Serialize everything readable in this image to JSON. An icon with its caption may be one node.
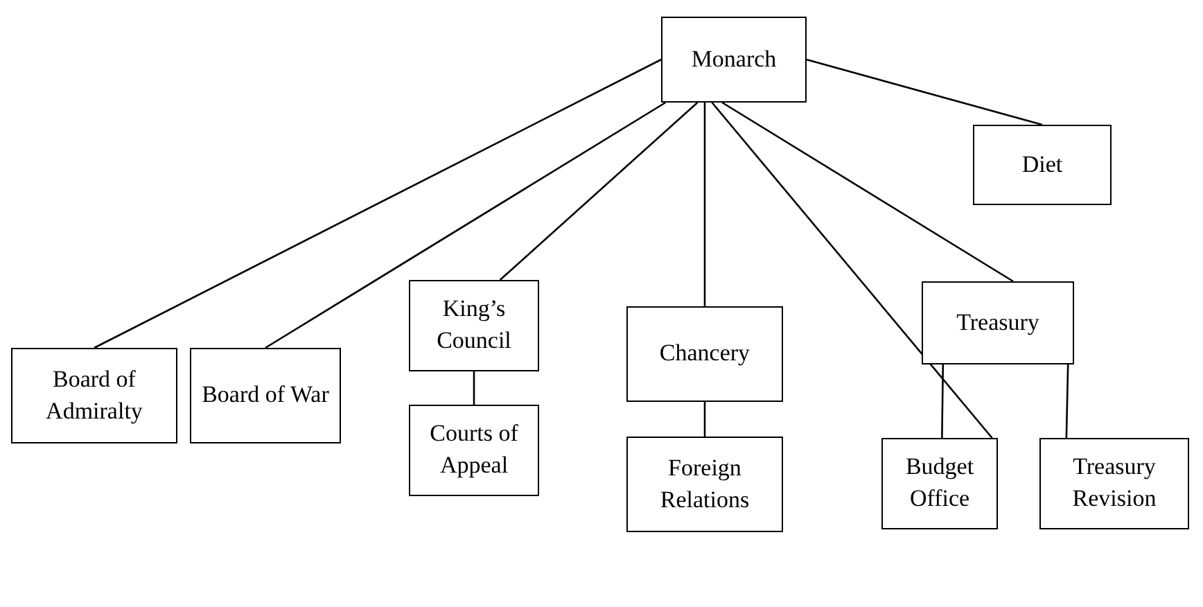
{
  "diagram": {
    "nodes": [
      {
        "text": [
          "Monarch"
        ]
      },
      {
        "text": [
          "Diet"
        ]
      },
      {
        "text": [
          "Board of Admiralty"
        ]
      },
      {
        "text": [
          "Board of War"
        ]
      },
      {
        "text": [
          "King’s Council"
        ]
      },
      {
        "text": [
          "Courts of Appeal"
        ]
      },
      {
        "text": [
          "Chancery"
        ]
      },
      {
        "text": [
          "Foreign Relations"
        ]
      },
      {
        "text": [
          "Treasury"
        ]
      },
      {
        "text": [
          "Budget Office"
        ]
      },
      {
        "text": [
          "Treasury Revision"
        ]
      }
    ],
    "edges": [
      {
        "from": 0,
        "to": 1,
        "arrow": "none"
      },
      {
        "from": 0,
        "to": 2,
        "arrow": "none"
      },
      {
        "from": 0,
        "to": 3,
        "arrow": "none"
      },
      {
        "from": 0,
        "to": 4,
        "arrow": "none"
      },
      {
        "from": 0,
        "to": 6,
        "arrow": "none"
      },
      {
        "from": 0,
        "to": 9,
        "arrow": "none"
      },
      {
        "from": 0,
        "to": 8,
        "arrow": "none"
      },
      {
        "from": 4,
        "to": 5,
        "arrow": "none"
      },
      {
        "from": 6,
        "to": 7,
        "arrow": "none"
      },
      {
        "from": 8,
        "to": 9,
        "arrow": "none"
      },
      {
        "from": 8,
        "to": 10,
        "arrow": "none"
      }
    ]
  }
}
